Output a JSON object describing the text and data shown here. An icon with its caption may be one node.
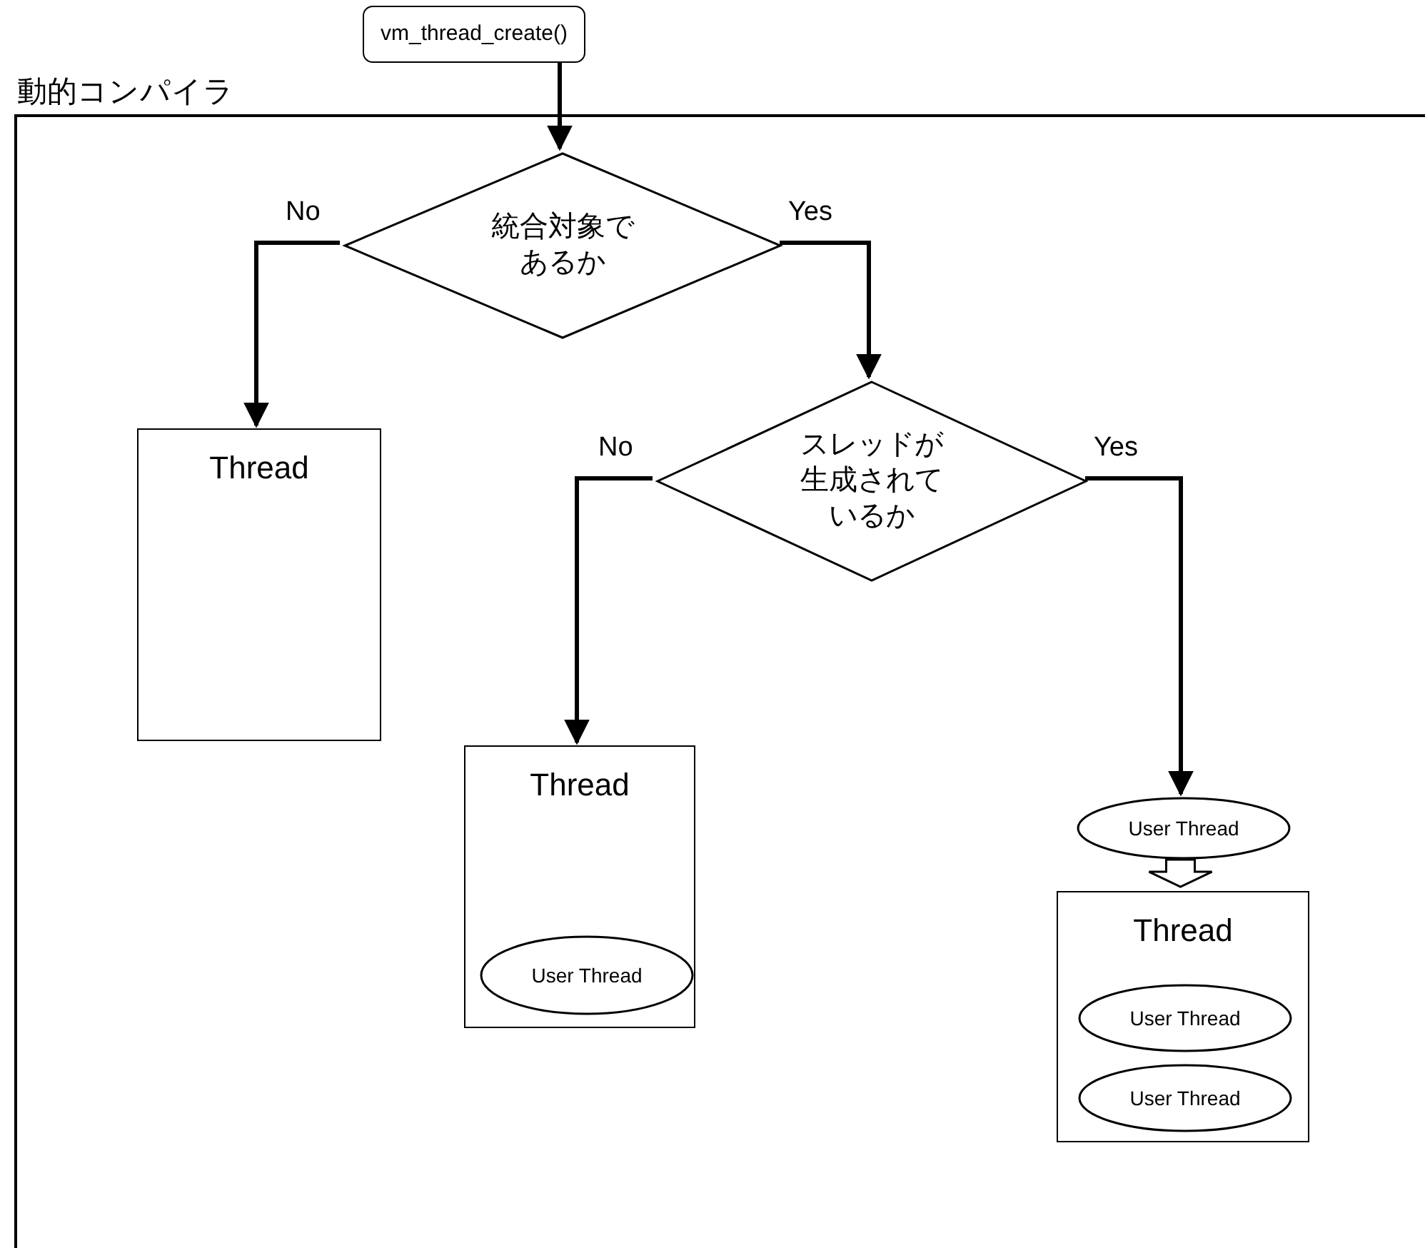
{
  "diagram": {
    "nodes": [
      {
        "text": [
          "動的コンパイラ"
        ]
      },
      {
        "text": [
          "vm_thread_create()"
        ]
      },
      {
        "text": [
          "統合対象であるか"
        ],
        "in": 0
      },
      {
        "text": [
          "Thread"
        ],
        "in": 0
      },
      {
        "text": [
          "スレッドが生成されているか"
        ],
        "in": 0
      },
      {
        "text": [
          "Thread"
        ],
        "in": 0
      },
      {
        "text": [
          "User Thread"
        ],
        "in": 5
      },
      {
        "text": [
          "User Thread"
        ],
        "in": 0
      },
      {
        "text": [
          "Thread"
        ],
        "in": 0
      },
      {
        "text": [
          "User Thread"
        ],
        "in": 8
      },
      {
        "text": [
          "User Thread"
        ],
        "in": 8
      }
    ],
    "edges": [
      {
        "from": 1,
        "to": 2,
        "arrow": "to"
      },
      {
        "from": 2,
        "to": 3,
        "arrow": "to",
        "label": "No"
      },
      {
        "from": 2,
        "to": 4,
        "arrow": "to",
        "label": "Yes"
      },
      {
        "from": 4,
        "to": 5,
        "arrow": "to",
        "label": "No"
      },
      {
        "from": 4,
        "to": 7,
        "arrow": "to",
        "label": "Yes"
      },
      {
        "from": 7,
        "to": 8,
        "arrow": "to",
        "style": "thick"
      }
    ]
  }
}
